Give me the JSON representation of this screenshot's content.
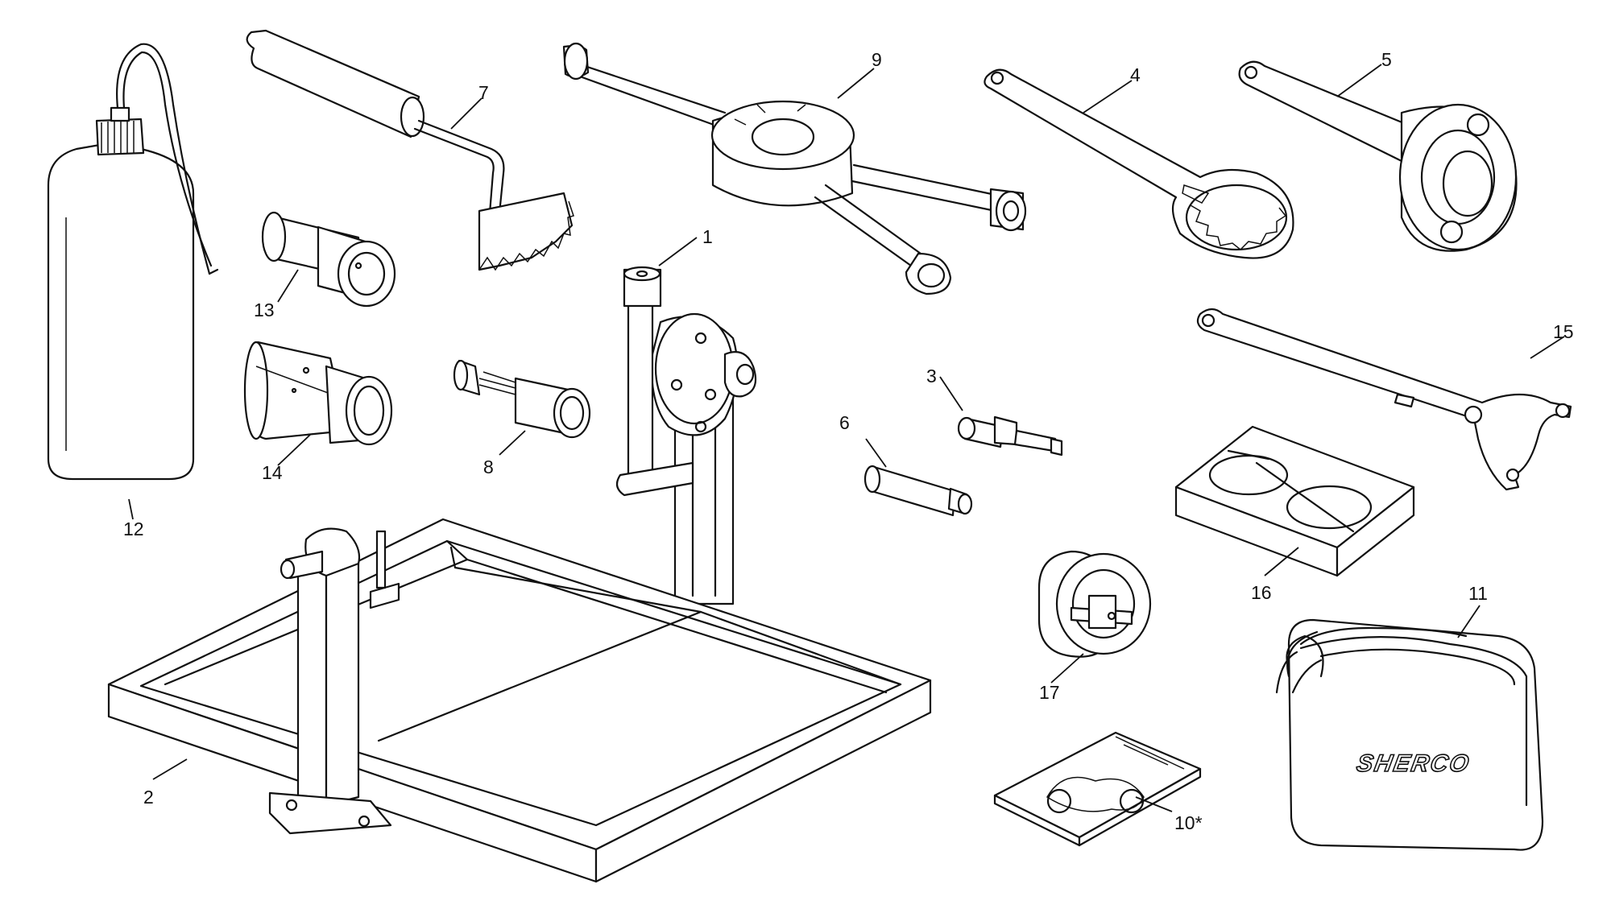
{
  "callouts": {
    "c1": "1",
    "c2": "2",
    "c3": "3",
    "c4": "4",
    "c5": "5",
    "c6": "6",
    "c7": "7",
    "c8": "8",
    "c9": "9",
    "c10": "10*",
    "c11": "11",
    "c12": "12",
    "c13": "13",
    "c14": "14",
    "c15": "15",
    "c16": "16",
    "c17": "17"
  },
  "bag_brand": "SHERCO",
  "colors": {
    "line": "#111111",
    "background": "#ffffff"
  }
}
